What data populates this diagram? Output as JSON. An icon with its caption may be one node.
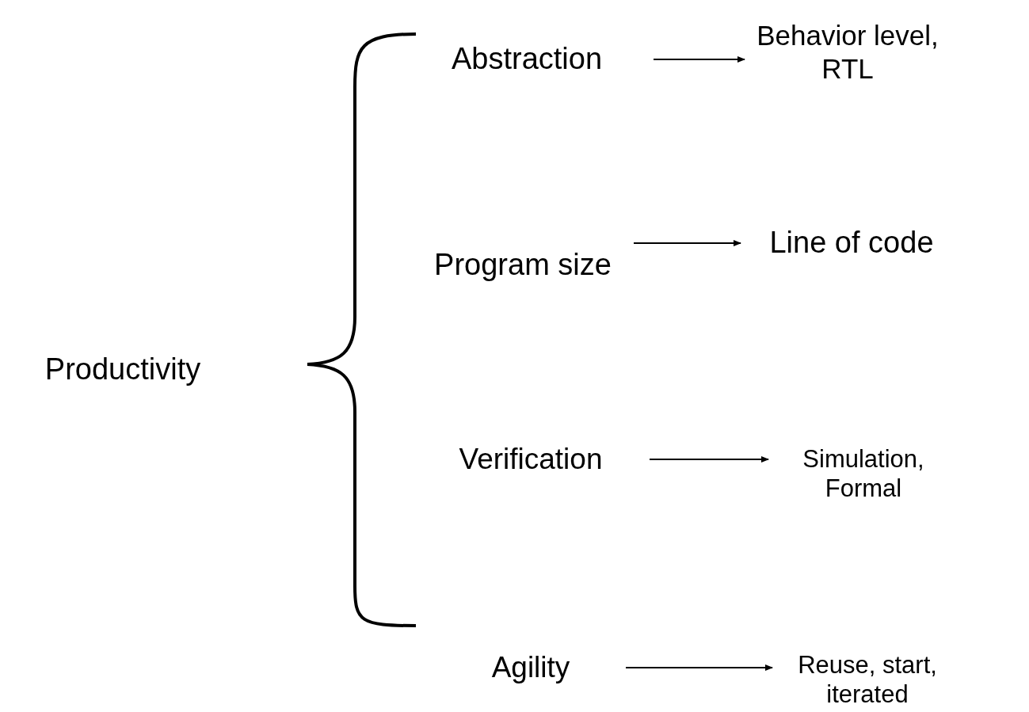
{
  "diagram": {
    "nodes": [
      {
        "text": [
          "Abstraction"
        ]
      },
      {
        "text": [
          "Behavior level, RTL"
        ]
      },
      {
        "text": [
          "Program size"
        ]
      },
      {
        "text": [
          "Line of code"
        ]
      },
      {
        "text": [
          "Verification"
        ]
      },
      {
        "text": [
          "Simulation, Formal"
        ]
      },
      {
        "text": [
          "Agility"
        ]
      },
      {
        "text": [
          "Reuse, start, iterated"
        ]
      }
    ],
    "edges": [
      {
        "from": 0,
        "to": 1,
        "arrow": "to"
      },
      {
        "from": 2,
        "to": 3,
        "arrow": "to"
      },
      {
        "from": 4,
        "to": 5,
        "arrow": "to"
      },
      {
        "from": 6,
        "to": 7,
        "arrow": "to"
      }
    ],
    "labels": [
      "Productivity"
    ]
  }
}
